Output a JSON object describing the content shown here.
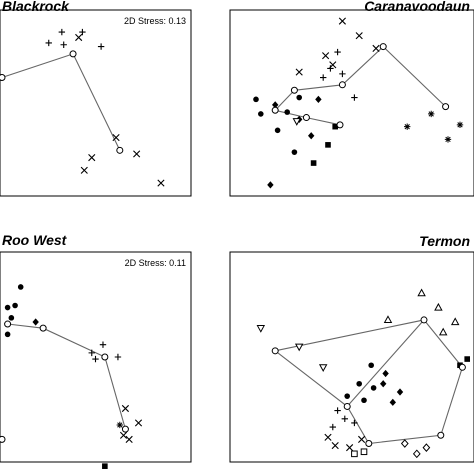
{
  "chart_data": [
    {
      "type": "scatter",
      "title": "Blackrock",
      "stress_label": "2D Stress: 0.13",
      "xlim": [
        0,
        10
      ],
      "ylim": [
        0,
        10
      ],
      "points": [
        {
          "x": 3.2,
          "y": 8.9,
          "marker": "plus"
        },
        {
          "x": 4.3,
          "y": 8.9,
          "marker": "plus"
        },
        {
          "x": 2.5,
          "y": 8.3,
          "marker": "plus"
        },
        {
          "x": 3.3,
          "y": 8.2,
          "marker": "plus"
        },
        {
          "x": 5.3,
          "y": 8.1,
          "marker": "plus"
        },
        {
          "x": 4.1,
          "y": 8.6,
          "marker": "cross"
        },
        {
          "x": 6.1,
          "y": 3.1,
          "marker": "cross"
        },
        {
          "x": 4.8,
          "y": 2.0,
          "marker": "cross"
        },
        {
          "x": 7.2,
          "y": 2.2,
          "marker": "cross"
        },
        {
          "x": 4.4,
          "y": 1.3,
          "marker": "cross"
        },
        {
          "x": 8.5,
          "y": 0.6,
          "marker": "cross"
        }
      ],
      "centroid_path": [
        [
          0.0,
          6.4
        ],
        [
          3.8,
          7.7
        ],
        [
          6.3,
          2.4
        ]
      ]
    },
    {
      "type": "scatter",
      "title": "Caranavoodaun",
      "xlim": [
        0,
        10
      ],
      "ylim": [
        0,
        10
      ],
      "points": [
        {
          "x": 4.6,
          "y": 9.5,
          "marker": "cross"
        },
        {
          "x": 6.0,
          "y": 8.0,
          "marker": "cross"
        },
        {
          "x": 3.9,
          "y": 7.6,
          "marker": "cross"
        },
        {
          "x": 4.2,
          "y": 7.1,
          "marker": "cross"
        },
        {
          "x": 2.8,
          "y": 6.7,
          "marker": "cross"
        },
        {
          "x": 5.3,
          "y": 8.7,
          "marker": "cross"
        },
        {
          "x": 3.8,
          "y": 6.4,
          "marker": "plus"
        },
        {
          "x": 4.1,
          "y": 6.9,
          "marker": "plus"
        },
        {
          "x": 4.6,
          "y": 6.6,
          "marker": "plus"
        },
        {
          "x": 4.4,
          "y": 7.8,
          "marker": "plus"
        },
        {
          "x": 5.1,
          "y": 5.3,
          "marker": "plus"
        },
        {
          "x": 1.0,
          "y": 5.2,
          "marker": "dot"
        },
        {
          "x": 1.2,
          "y": 4.4,
          "marker": "dot"
        },
        {
          "x": 2.3,
          "y": 4.5,
          "marker": "dot"
        },
        {
          "x": 2.8,
          "y": 5.3,
          "marker": "dot"
        },
        {
          "x": 1.9,
          "y": 3.5,
          "marker": "dot"
        },
        {
          "x": 2.6,
          "y": 2.3,
          "marker": "dot"
        },
        {
          "x": 1.8,
          "y": 4.9,
          "marker": "diamond"
        },
        {
          "x": 3.6,
          "y": 5.2,
          "marker": "diamond"
        },
        {
          "x": 2.8,
          "y": 4.1,
          "marker": "diamond"
        },
        {
          "x": 3.3,
          "y": 3.2,
          "marker": "diamond"
        },
        {
          "x": 1.6,
          "y": 0.5,
          "marker": "diamond"
        },
        {
          "x": 2.7,
          "y": 4.0,
          "marker": "triangle-down"
        },
        {
          "x": 4.3,
          "y": 3.7,
          "marker": "square"
        },
        {
          "x": 4.0,
          "y": 2.7,
          "marker": "square"
        },
        {
          "x": 3.4,
          "y": 1.7,
          "marker": "square"
        },
        {
          "x": 9.0,
          "y": 3.0,
          "marker": "star"
        },
        {
          "x": 8.3,
          "y": 4.4,
          "marker": "star"
        },
        {
          "x": 9.5,
          "y": 3.8,
          "marker": "star"
        },
        {
          "x": 7.3,
          "y": 3.7,
          "marker": "star"
        }
      ],
      "centroid_path": [
        [
          1.8,
          4.6
        ],
        [
          2.6,
          5.7
        ],
        [
          4.6,
          6.0
        ],
        [
          6.3,
          8.1
        ],
        [
          8.9,
          4.8
        ]
      ],
      "centroid_path_2": [
        [
          1.8,
          4.6
        ],
        [
          3.1,
          4.2
        ],
        [
          4.5,
          3.8
        ]
      ]
    },
    {
      "type": "scatter",
      "title": "Roo West",
      "stress_label": "2D Stress: 0.11",
      "xlim": [
        0,
        10
      ],
      "ylim": [
        0,
        10
      ],
      "points": [
        {
          "x": 1.0,
          "y": 8.4,
          "marker": "dot"
        },
        {
          "x": 0.3,
          "y": 7.4,
          "marker": "dot"
        },
        {
          "x": 0.5,
          "y": 6.9,
          "marker": "dot"
        },
        {
          "x": 0.7,
          "y": 7.5,
          "marker": "dot"
        },
        {
          "x": 0.3,
          "y": 6.1,
          "marker": "dot"
        },
        {
          "x": 1.8,
          "y": 6.7,
          "marker": "diamond"
        },
        {
          "x": 4.8,
          "y": 5.2,
          "marker": "plus"
        },
        {
          "x": 5.4,
          "y": 5.6,
          "marker": "plus"
        },
        {
          "x": 6.2,
          "y": 5.0,
          "marker": "plus"
        },
        {
          "x": 5.0,
          "y": 4.9,
          "marker": "plus"
        },
        {
          "x": 6.6,
          "y": 2.5,
          "marker": "cross"
        },
        {
          "x": 7.3,
          "y": 1.8,
          "marker": "cross"
        },
        {
          "x": 6.5,
          "y": 1.2,
          "marker": "cross"
        },
        {
          "x": 6.8,
          "y": 1.0,
          "marker": "cross"
        },
        {
          "x": 6.3,
          "y": 1.7,
          "marker": "star"
        },
        {
          "x": 5.5,
          "y": -0.3,
          "marker": "square"
        }
      ],
      "centroid_path": [
        [
          0.3,
          6.6
        ],
        [
          2.2,
          6.4
        ],
        [
          5.5,
          5.0
        ],
        [
          6.6,
          1.5
        ]
      ],
      "extra_centroids": [
        [
          0.0,
          1.0
        ]
      ]
    },
    {
      "type": "scatter",
      "title": "Termon",
      "xlim": [
        0,
        10
      ],
      "ylim": [
        0,
        10
      ],
      "points": [
        {
          "x": 1.2,
          "y": 6.4,
          "marker": "triangle-down"
        },
        {
          "x": 2.8,
          "y": 5.5,
          "marker": "triangle-down"
        },
        {
          "x": 3.8,
          "y": 4.5,
          "marker": "triangle-down"
        },
        {
          "x": 6.5,
          "y": 6.8,
          "marker": "triangle"
        },
        {
          "x": 7.9,
          "y": 8.1,
          "marker": "triangle"
        },
        {
          "x": 8.6,
          "y": 7.4,
          "marker": "triangle"
        },
        {
          "x": 9.3,
          "y": 6.7,
          "marker": "triangle"
        },
        {
          "x": 8.8,
          "y": 6.2,
          "marker": "triangle"
        },
        {
          "x": 5.8,
          "y": 4.6,
          "marker": "dot"
        },
        {
          "x": 5.3,
          "y": 3.7,
          "marker": "dot"
        },
        {
          "x": 5.9,
          "y": 3.5,
          "marker": "dot"
        },
        {
          "x": 4.8,
          "y": 3.1,
          "marker": "dot"
        },
        {
          "x": 5.5,
          "y": 2.9,
          "marker": "dot"
        },
        {
          "x": 6.4,
          "y": 4.2,
          "marker": "diamond"
        },
        {
          "x": 7.0,
          "y": 3.3,
          "marker": "diamond"
        },
        {
          "x": 6.7,
          "y": 2.8,
          "marker": "diamond"
        },
        {
          "x": 6.3,
          "y": 3.7,
          "marker": "diamond"
        },
        {
          "x": 9.5,
          "y": 4.6,
          "marker": "square"
        },
        {
          "x": 9.8,
          "y": 4.9,
          "marker": "square"
        },
        {
          "x": 4.4,
          "y": 2.4,
          "marker": "plus"
        },
        {
          "x": 4.7,
          "y": 2.0,
          "marker": "plus"
        },
        {
          "x": 4.2,
          "y": 1.6,
          "marker": "plus"
        },
        {
          "x": 5.1,
          "y": 1.8,
          "marker": "plus"
        },
        {
          "x": 4.0,
          "y": 1.1,
          "marker": "cross"
        },
        {
          "x": 4.3,
          "y": 0.7,
          "marker": "cross"
        },
        {
          "x": 4.9,
          "y": 0.6,
          "marker": "cross"
        },
        {
          "x": 5.4,
          "y": 1.0,
          "marker": "cross"
        },
        {
          "x": 7.2,
          "y": 0.8,
          "marker": "diamond-open"
        },
        {
          "x": 7.7,
          "y": 0.3,
          "marker": "diamond-open"
        },
        {
          "x": 8.1,
          "y": 0.6,
          "marker": "diamond-open"
        },
        {
          "x": 5.1,
          "y": 0.3,
          "marker": "square-open"
        },
        {
          "x": 5.5,
          "y": 0.4,
          "marker": "square-open"
        }
      ],
      "centroid_path": [
        [
          1.8,
          5.3
        ],
        [
          8.0,
          6.8
        ],
        [
          9.6,
          4.5
        ],
        [
          8.7,
          1.2
        ],
        [
          5.7,
          0.8
        ],
        [
          4.8,
          2.6
        ],
        [
          1.8,
          5.3
        ]
      ],
      "centroid_path_2": [
        [
          4.8,
          2.6
        ],
        [
          8.0,
          6.8
        ]
      ]
    }
  ]
}
